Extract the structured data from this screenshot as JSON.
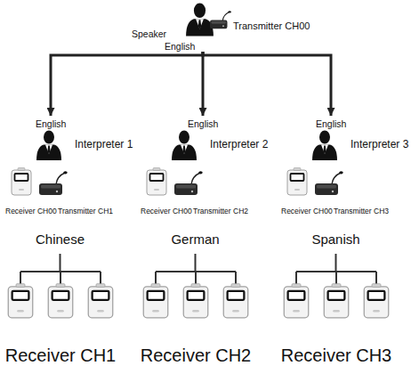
{
  "diagram": {
    "nodes": [
      {
        "text": [
          "Speaker",
          "Transmitter CH00",
          "English"
        ]
      },
      {
        "text": [
          "Interpreter 1",
          "Receiver CH00",
          "Transmitter CH1",
          "Chinese"
        ]
      },
      {
        "text": [
          "Interpreter 2",
          "Receiver CH00",
          "Transmitter CH2",
          "German"
        ]
      },
      {
        "text": [
          "Interpreter 3",
          "Receiver CH00",
          "Transmitter CH3",
          "Spanish"
        ]
      },
      {
        "text": [
          "Receiver CH1"
        ]
      },
      {
        "text": [
          "Receiver CH2"
        ]
      },
      {
        "text": [
          "Receiver CH3"
        ]
      }
    ],
    "edges": [
      {
        "from": 0,
        "to": 1,
        "arrow": "to",
        "label": "English"
      },
      {
        "from": 0,
        "to": 2,
        "arrow": "to",
        "label": "English"
      },
      {
        "from": 0,
        "to": 3,
        "arrow": "to",
        "label": "English"
      },
      {
        "from": 1,
        "to": 4,
        "arrow": "none"
      },
      {
        "from": 2,
        "to": 5,
        "arrow": "none"
      },
      {
        "from": 3,
        "to": 6,
        "arrow": "none"
      }
    ]
  }
}
